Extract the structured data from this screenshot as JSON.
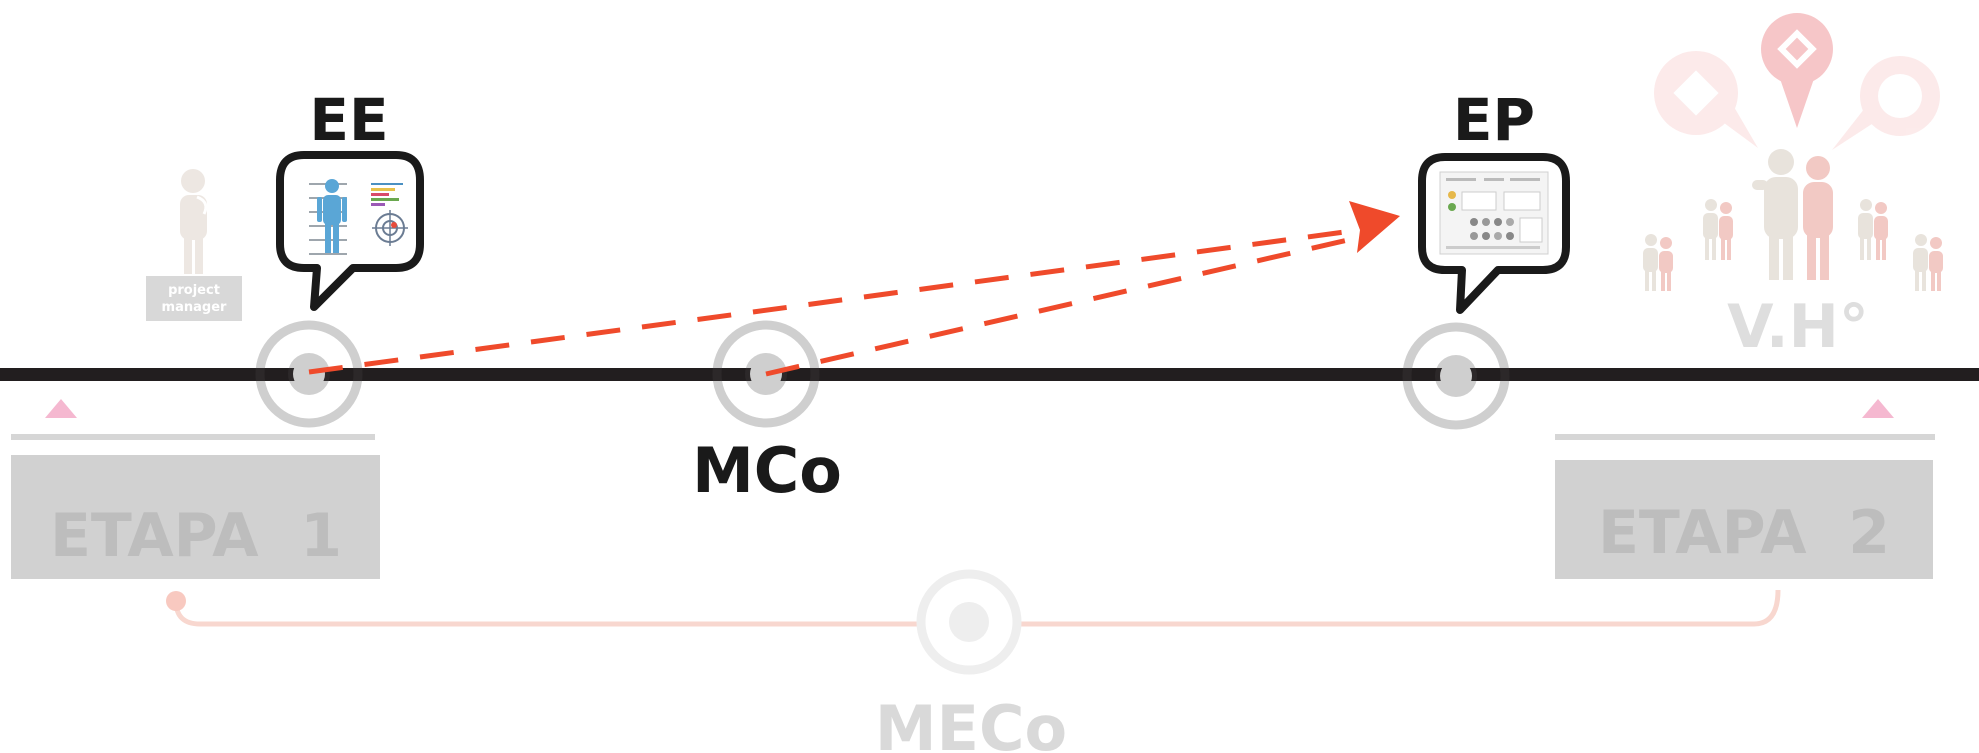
{
  "labels": {
    "ee": "EE",
    "ep": "EP",
    "mco": "MCo",
    "meco": "MECo",
    "vh": "V.H°",
    "stage1": "ETAPA  1",
    "stage2": "ETAPA  2",
    "pm_line1": "project",
    "pm_line2": "manager"
  },
  "colors": {
    "axis": "#231f20",
    "bubble_stroke": "#1a1a1a",
    "node_gray": "#cccccc",
    "stage_box": "#d1d1d1",
    "stage_text": "#bdbdbd",
    "arrow": "#ef4a2b",
    "faded_pink": "#f7d6d6",
    "pink_pin": "#f6c6c8",
    "triangle_pink": "#f5b8d0",
    "people_beige": "#e8e3dc",
    "people_pink": "#f2c9c4",
    "meco_gray": "#e6e6e6",
    "meco_line": "#f8d7cf"
  }
}
